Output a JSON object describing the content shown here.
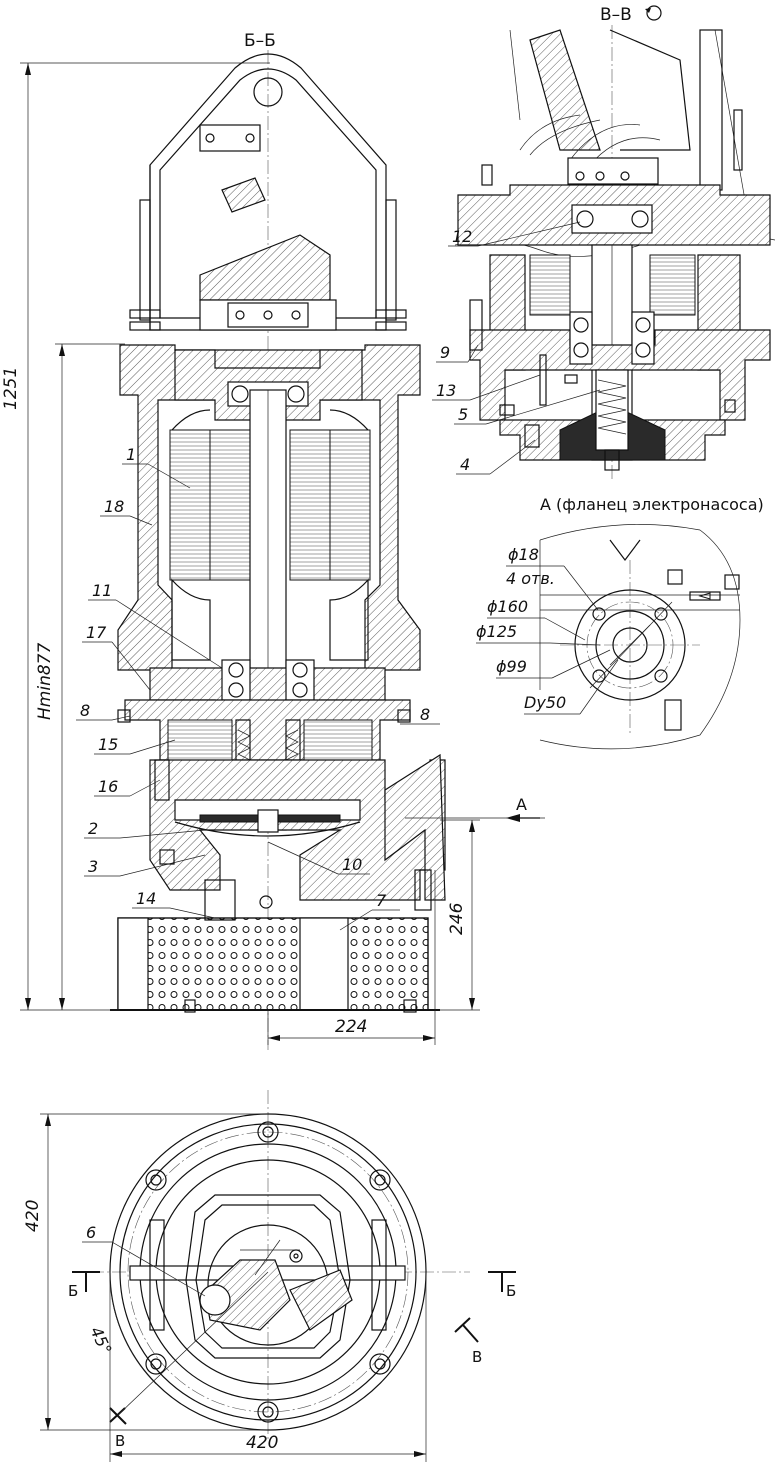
{
  "section_bb_title": "Б–Б",
  "section_vv_title": "В–В",
  "view_a_title": "А (фланец электронасоса)",
  "dimensions": {
    "overall_height": "1251",
    "min_height": "Hmin877",
    "bottom_height": "246",
    "axis_offset": "224",
    "plan_height": "420",
    "plan_width": "420",
    "angle": "45°"
  },
  "flange": {
    "hole_dia": "ϕ18",
    "holes": "4 отв.",
    "d_outer": "ϕ160",
    "d_bolt": "ϕ125",
    "d_face": "ϕ99",
    "nominal": "Dy50"
  },
  "view_arrow_label": "А",
  "section_labels": {
    "b": "Б",
    "v": "В"
  },
  "callouts": [
    "1",
    "2",
    "3",
    "4",
    "5",
    "6",
    "7",
    "8",
    "9",
    "10",
    "11",
    "12",
    "13",
    "14",
    "15",
    "16",
    "17",
    "18"
  ]
}
